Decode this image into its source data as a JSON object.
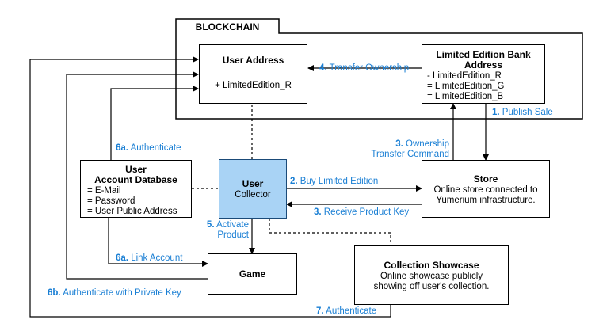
{
  "blockchain": {
    "label": "BLOCKCHAIN"
  },
  "user_address": {
    "title": "User Address",
    "item": "+ LimitedEdition_R"
  },
  "bank_address": {
    "title_line1": "Limited Edition Bank",
    "title_line2": "Address",
    "items": [
      "- LimitedEdition_R",
      "= LimitedEdition_G",
      "= LimitedEdition_B"
    ]
  },
  "account_db": {
    "title_line1": "User",
    "title_line2": "Account Database",
    "items": [
      "= E-Mail",
      "= Password",
      "= User Public Address"
    ]
  },
  "user_collector": {
    "line1": "User",
    "line2": "Collector"
  },
  "store": {
    "title": "Store",
    "desc_line1": "Online store connected to",
    "desc_line2": "Yumerium infrastructure."
  },
  "game": {
    "title": "Game"
  },
  "showcase": {
    "title": "Collection Showcase",
    "desc_line1": "Online showcase publicly",
    "desc_line2": "showing off user's collection."
  },
  "steps": {
    "s1_num": "1.",
    "s1_text": "Publish Sale",
    "s2_num": "2.",
    "s2_text": "Buy Limited Edition",
    "s3_num": "3.",
    "s3_text": "Receive Product Key",
    "s3b_num": "3.",
    "s3b_text_line1": "Ownership",
    "s3b_text_line2": "Transfer Command",
    "s4_num": "4.",
    "s4_text": "Transfer Ownership",
    "s5_num": "5.",
    "s5_text_line1": "Activate",
    "s5_text_line2": "Product",
    "s6a_num": "6a.",
    "s6a_text": "Authenticate",
    "s6a2_num": "6a.",
    "s6a2_text": "Link Account",
    "s6b_num": "6b.",
    "s6b_text": "Authenticate with Private Key",
    "s7_num": "7.",
    "s7_text": "Authenticate"
  },
  "colors": {
    "label_blue": "#1a7fd4",
    "collector_fill": "#a9d3f5"
  }
}
